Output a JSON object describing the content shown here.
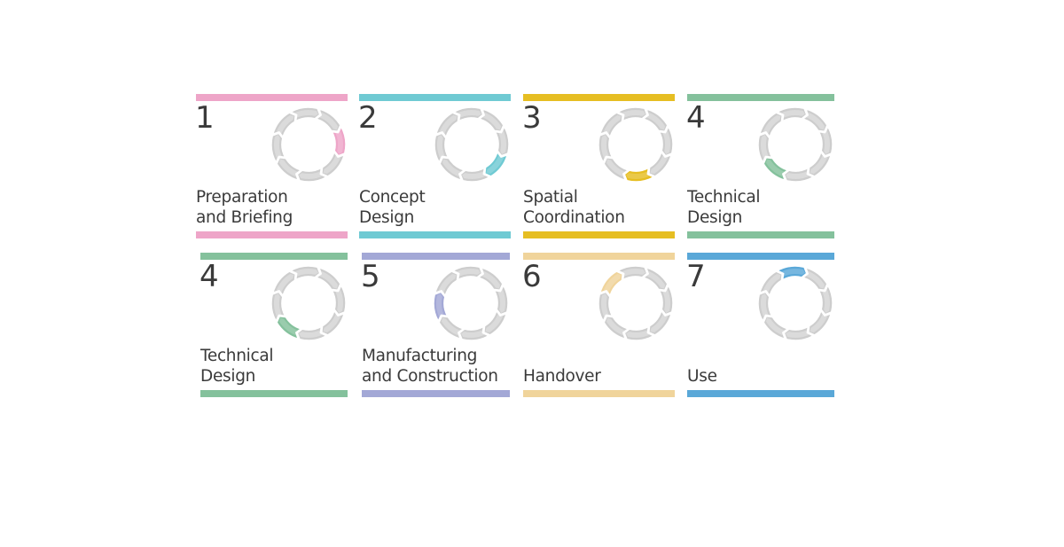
{
  "diagram": {
    "type": "stage-cycle-cards",
    "segments_per_ring": 8,
    "ring_gray": "#cdcdcd",
    "ring_gray_light": "#dadada",
    "rows": [
      {
        "cards": [
          {
            "number": "1",
            "title_lines": [
              "Preparation",
              "and Briefing"
            ],
            "color": "#eea5c8",
            "active_segment": 1
          },
          {
            "number": "2",
            "title_lines": [
              "Concept",
              "Design"
            ],
            "color": "#6fcad3",
            "active_segment": 2
          },
          {
            "number": "3",
            "title_lines": [
              "Spatial",
              "Coordination"
            ],
            "color": "#e6be22",
            "active_segment": 3
          },
          {
            "number": "4",
            "title_lines": [
              "Technical",
              "Design"
            ],
            "color": "#84c19c",
            "active_segment": 4
          }
        ]
      },
      {
        "cards": [
          {
            "number": "4",
            "title_lines": [
              "Technical",
              "Design"
            ],
            "color": "#84c19c",
            "active_segment": 4
          },
          {
            "number": "5",
            "title_lines": [
              "Manufacturing",
              "and Construction"
            ],
            "color": "#a3a8d6",
            "active_segment": 5
          },
          {
            "number": "6",
            "title_lines": [
              "Handover"
            ],
            "color": "#f0d49b",
            "active_segment": 6
          },
          {
            "number": "7",
            "title_lines": [
              "Use"
            ],
            "color": "#5aa8d8",
            "active_segment": 7
          }
        ]
      }
    ]
  }
}
